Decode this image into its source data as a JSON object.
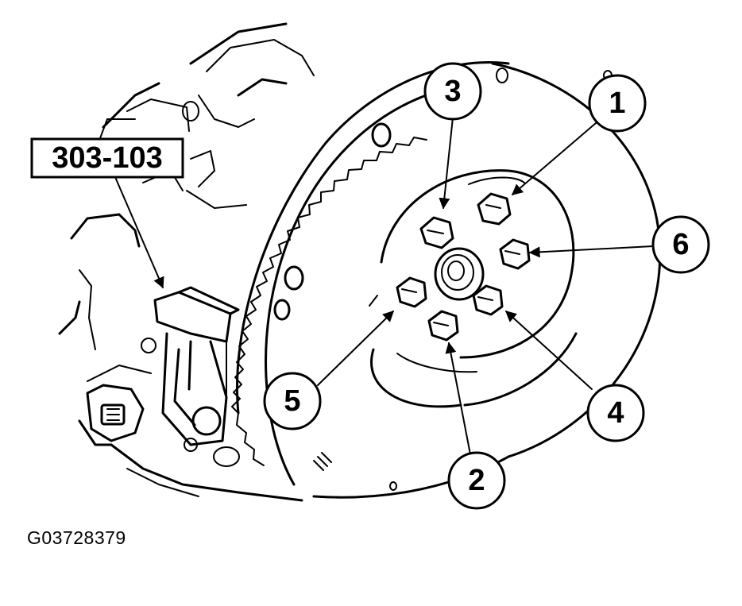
{
  "tool_label": "303-103",
  "figure_id": "G03728379",
  "callouts": {
    "c1": "1",
    "c2": "2",
    "c3": "3",
    "c4": "4",
    "c5": "5",
    "c6": "6"
  }
}
